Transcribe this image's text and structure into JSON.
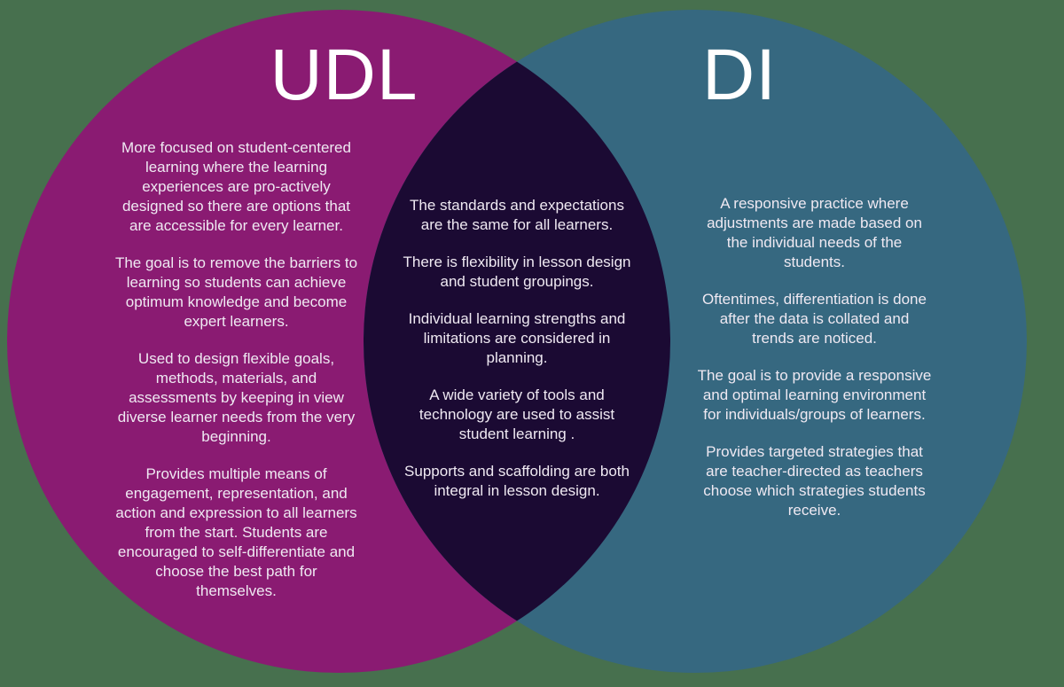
{
  "diagram": {
    "type": "venn-diagram",
    "background_color": "#47704E",
    "title_color": "#FFFFFF",
    "text_color": "#EFE9F2",
    "left": {
      "title": "UDL",
      "color": "#8A1B72",
      "paragraphs": [
        "More focused on student-centered learning where the learning experiences are pro-actively designed so there are options that are accessible for every learner.",
        "The goal is to remove the barriers to learning so students can achieve optimum knowledge and become expert learners.",
        "Used to design flexible goals, methods, materials, and assessments by keeping in view diverse learner needs from the very beginning.",
        "Provides multiple means of engagement, representation, and action and expression to all learners from the start. Students are encouraged to self-differentiate and choose the best path for themselves."
      ]
    },
    "overlap": {
      "color": "#1B0A33",
      "paragraphs": [
        "The standards and expectations are the same for all learners.",
        "There is flexibility in lesson design and student groupings.",
        "Individual learning strengths and limitations are considered in planning.",
        "A wide variety of tools and technology are used to assist student learning .",
        "Supports and scaffolding are both integral in lesson design."
      ]
    },
    "right": {
      "title": "DI",
      "color": "#366880",
      "paragraphs": [
        "A responsive practice where adjustments are made based on the individual needs of the students.",
        "Oftentimes, differentiation is done after the data is collated and trends are noticed.",
        "The goal  is to provide a responsive and optimal learning environment for individuals/groups of learners.",
        "Provides targeted strategies that are teacher-directed as teachers choose which strategies students receive."
      ]
    }
  }
}
